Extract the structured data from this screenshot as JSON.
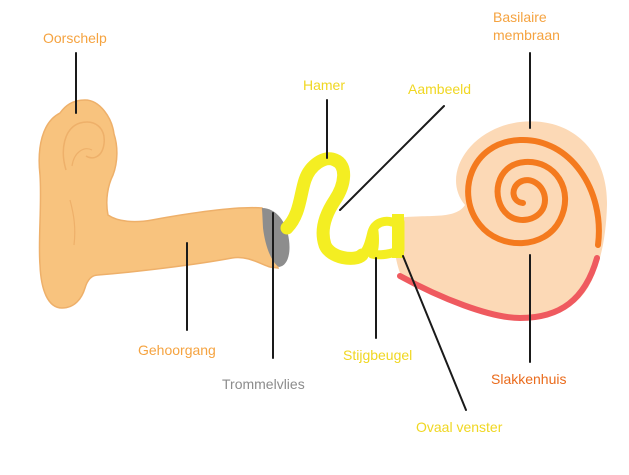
{
  "colors": {
    "background": "#ffffff",
    "outer_ear": "#f8c37e",
    "outer_ear_outline": "#eeb06a",
    "ossicles": "#f4ee22",
    "eardrum": "#8d8d8d",
    "cochlea_fill": "#fcd9b6",
    "cochlea_spiral": "#f47a1e",
    "basilar_edge": "#ef5a5f",
    "label_orange": "#f5a340",
    "label_yellow": "#f0d722",
    "label_grey": "#8c8c8c",
    "label_dark_orange": "#ea6b1c",
    "leader_line": "#1a1a1a"
  },
  "labels": {
    "oorschelp": "Oorschelp",
    "hamer": "Hamer",
    "aambeeld": "Aambeeld",
    "basilaire_line1": "Basilaire",
    "basilaire_line2": "membraan",
    "gehoorgang": "Gehoorgang",
    "trommelvlies": "Trommelvlies",
    "stijgbeugel": "Stijgbeugel",
    "slakkenhuis": "Slakkenhuis",
    "ovaal_venster": "Ovaal venster"
  }
}
